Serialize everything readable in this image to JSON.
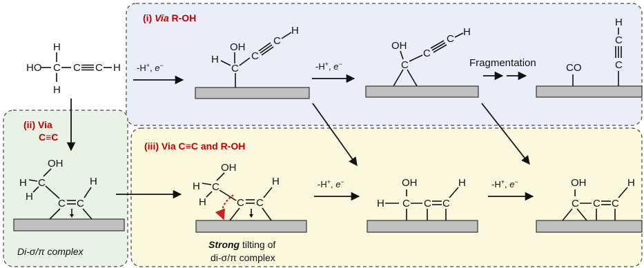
{
  "colors": {
    "panel_i": "#e9eef9",
    "panel_ii": "#e8f3e6",
    "panel_iii": "#fbf8dd",
    "label_red": "#c00000",
    "surface": "#c0c0c0",
    "tilt_arrow": "#cc2222"
  },
  "panels": {
    "i": {
      "prefix": "(i) ",
      "via": "Via",
      "rest": " R-OH"
    },
    "ii": {
      "line1": "(ii) Via",
      "line2": "C≡C",
      "caption": "Di-σ/π complex"
    },
    "iii": {
      "title": "(iii) Via C≡C and R-OH",
      "caption_bold": "Strong",
      "caption_rest": " tilting of",
      "caption_line2": "di-σ/π complex"
    }
  },
  "steps": {
    "hplus": "-H",
    "plus": "+",
    "sep": ", ",
    "e": "e",
    "minus": "−",
    "fragmentation": "Fragmentation"
  },
  "atoms": {
    "H": "H",
    "O": "O",
    "C": "C",
    "OH": "OH",
    "HO": "HO",
    "CO": "CO",
    "dash": "–",
    "triple": "≡",
    "double": "="
  }
}
